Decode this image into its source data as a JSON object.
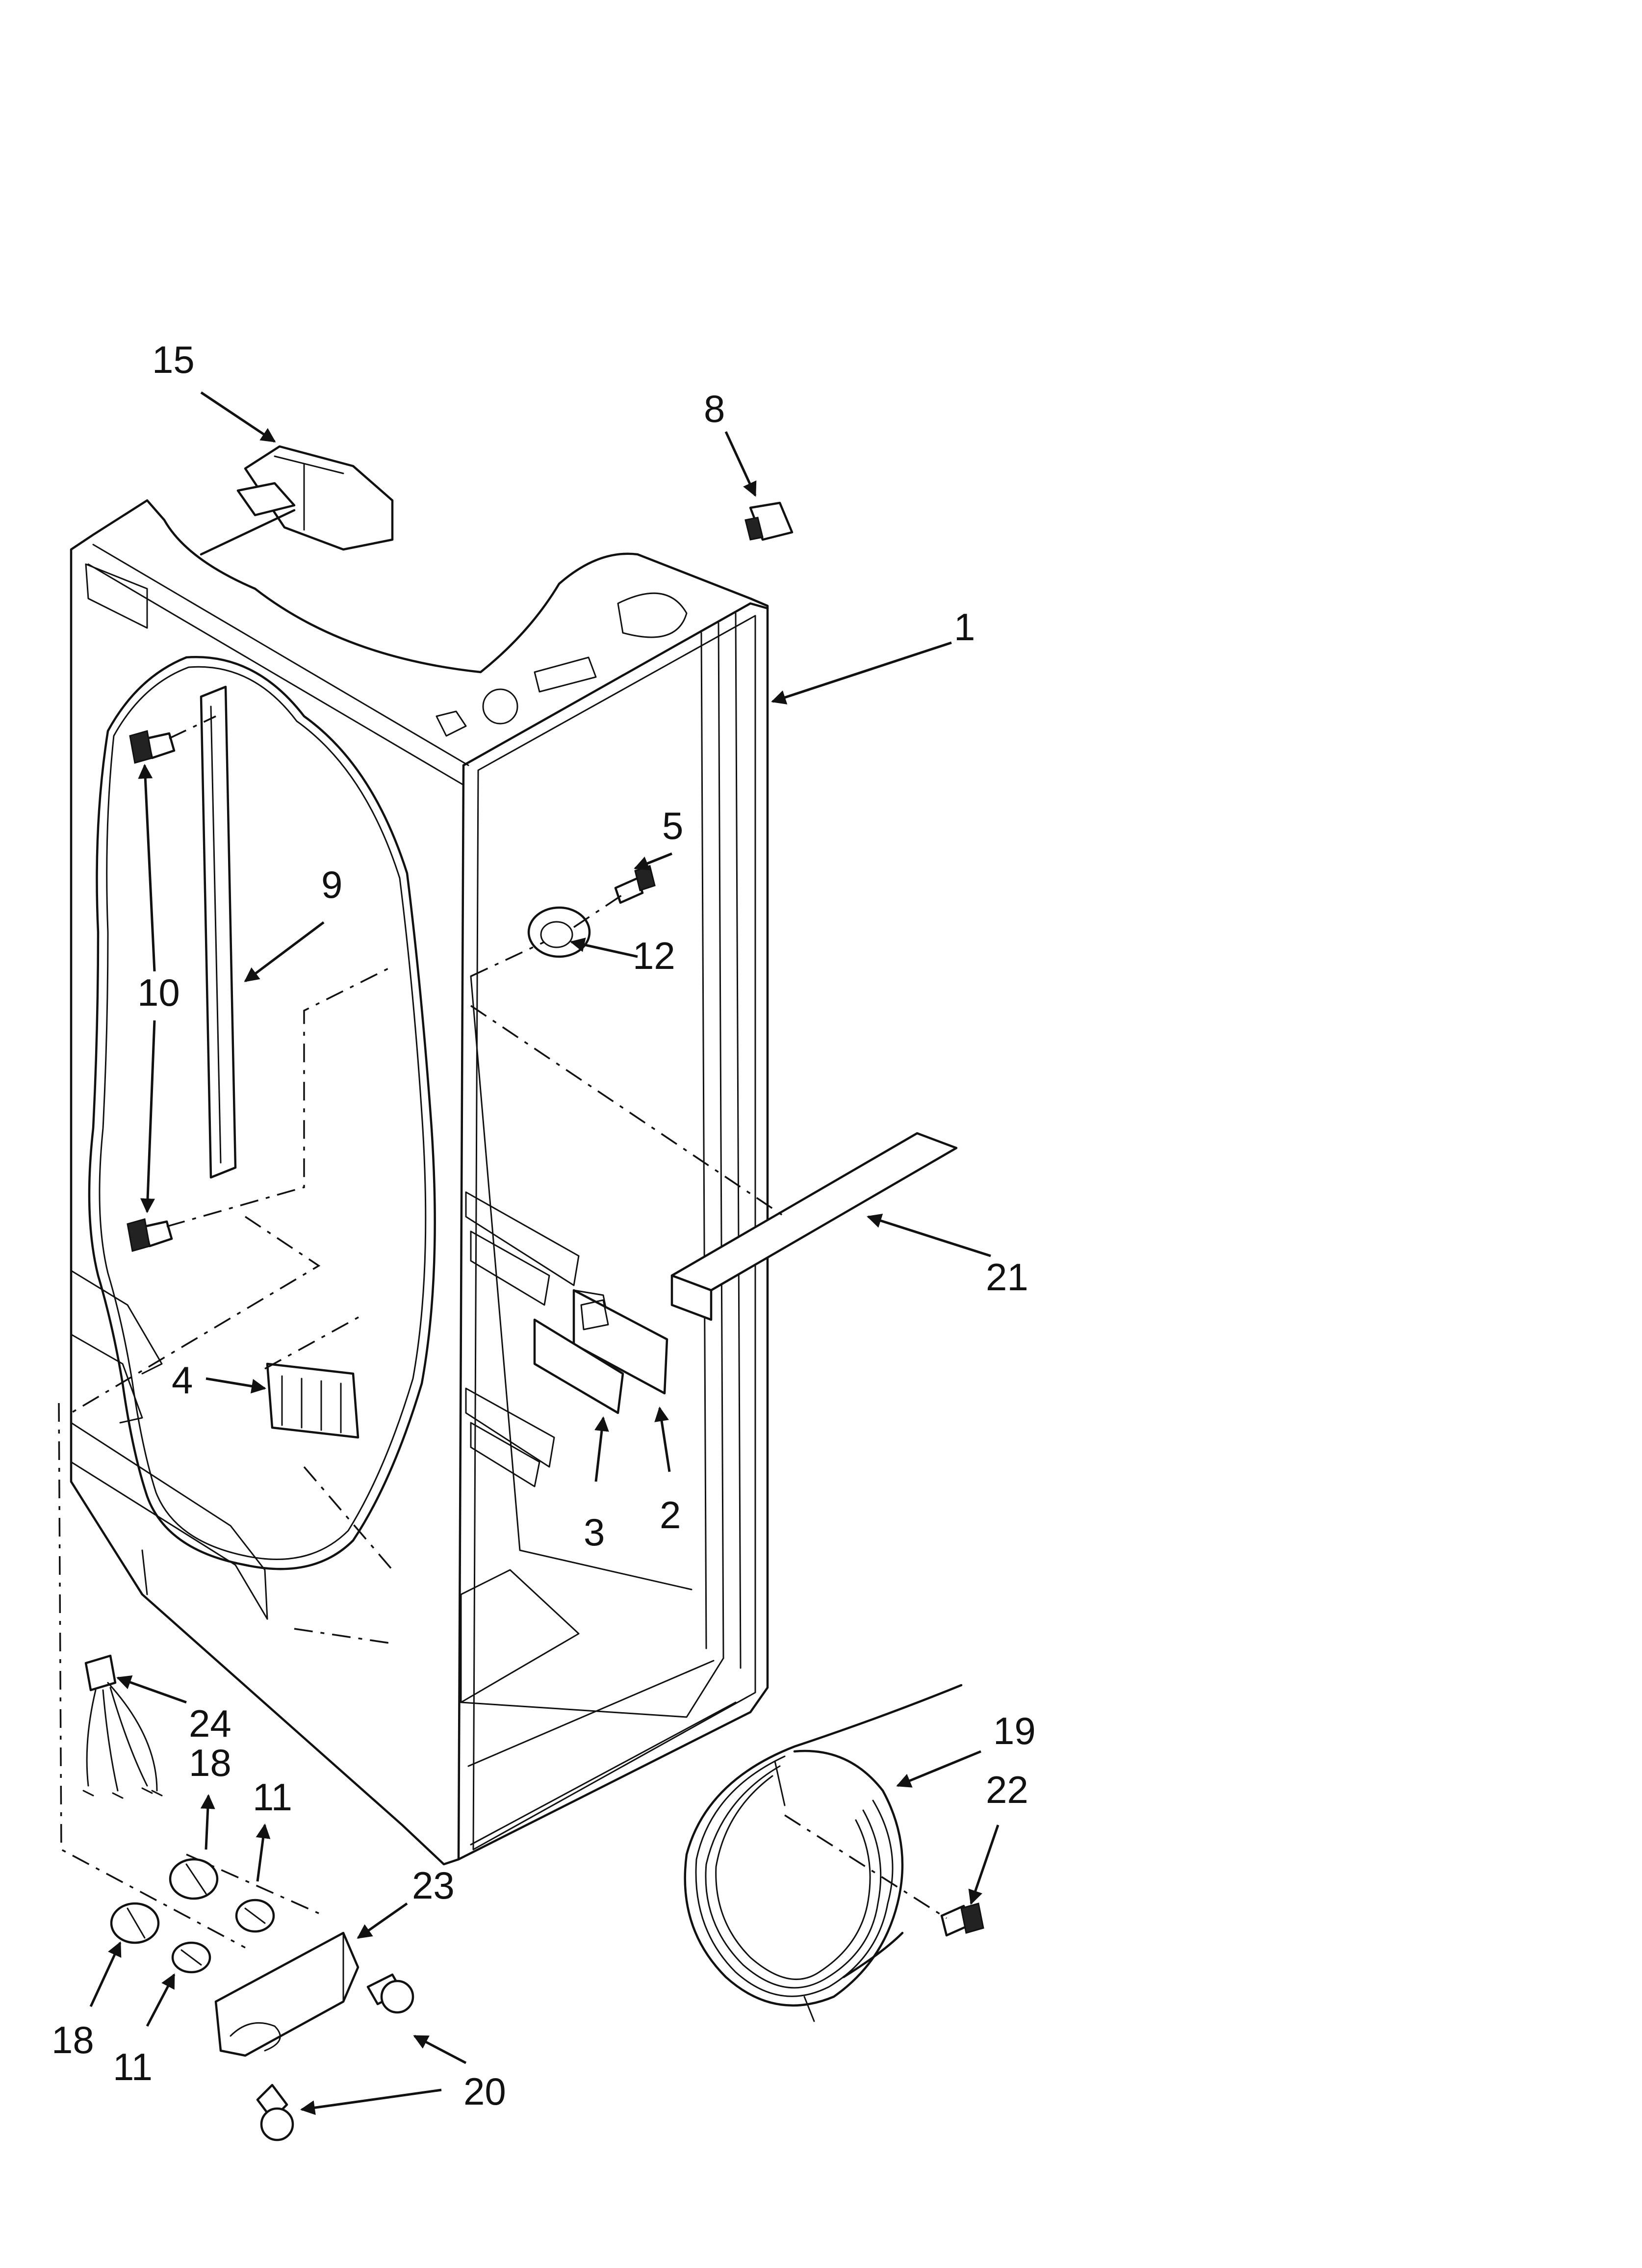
{
  "callouts": {
    "c1": "1",
    "c2": "2",
    "c3": "3",
    "c4": "4",
    "c5": "5",
    "c8": "8",
    "c9": "9",
    "c10": "10",
    "c11a": "11",
    "c11b": "11",
    "c12": "12",
    "c15": "15",
    "c18a": "18",
    "c18b": "18",
    "c19": "19",
    "c20": "20",
    "c21": "21",
    "c22": "22",
    "c23": "23",
    "c24": "24"
  }
}
